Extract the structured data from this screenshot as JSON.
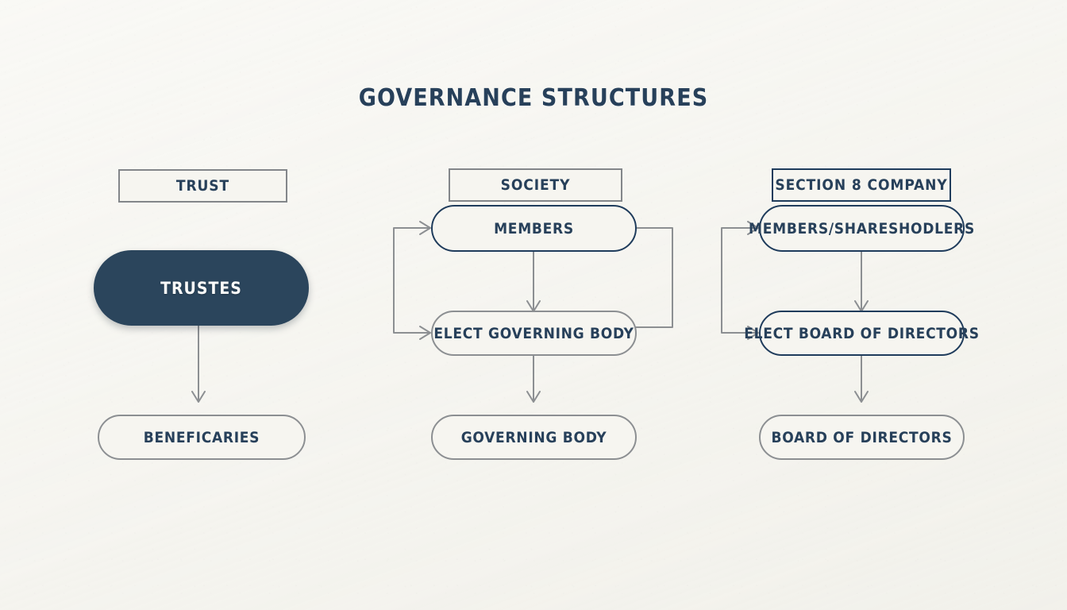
{
  "page": {
    "title": "GOVERNANCE STRUCTURES",
    "background_color": "#f5f4ee",
    "accent_navy": "#27405a",
    "fill_navy": "#2b455c",
    "line_gray": "#8c8f92"
  },
  "columns": [
    {
      "id": "trust",
      "header": {
        "label": "TRUST",
        "shape": "rectangle",
        "border": "gray"
      },
      "nodes": [
        {
          "label": "TRUSTES",
          "shape": "pill",
          "style": "filled-navy"
        },
        {
          "label": "BENEFICARIES",
          "shape": "pill",
          "style": "outline-gray"
        }
      ],
      "arrows": [
        {
          "from": "TRUSTES",
          "to": "BENEFICARIES",
          "direction": "down",
          "head": true
        }
      ]
    },
    {
      "id": "society",
      "header": {
        "label": "SOCIETY",
        "shape": "rectangle",
        "border": "gray"
      },
      "nodes": [
        {
          "label": "MEMBERS",
          "shape": "pill",
          "style": "outline-navy"
        },
        {
          "label": "ELECT GOVERNING BODY",
          "shape": "pill",
          "style": "outline-gray"
        },
        {
          "label": "GOVERNING BODY",
          "shape": "pill",
          "style": "outline-gray"
        }
      ],
      "arrows": [
        {
          "from": "MEMBERS",
          "to": "ELECT GOVERNING BODY",
          "direction": "down",
          "head": true
        },
        {
          "from": "ELECT GOVERNING BODY",
          "to": "GOVERNING BODY",
          "direction": "down",
          "head": true
        },
        {
          "from": "left-bus",
          "to": "MEMBERS",
          "direction": "right",
          "head": true
        },
        {
          "from": "left-bus",
          "to": "ELECT GOVERNING BODY",
          "direction": "right",
          "head": true
        },
        {
          "from": "MEMBERS",
          "to": "ELECT GOVERNING BODY",
          "direction": "right-bracket",
          "head": false
        }
      ]
    },
    {
      "id": "section8",
      "header": {
        "label": "SECTION 8 COMPANY",
        "shape": "rectangle",
        "border": "navy"
      },
      "nodes": [
        {
          "label": "MEMBERS/SHARESHODLERS",
          "shape": "pill",
          "style": "outline-navy"
        },
        {
          "label": "ELECT BOARD OF DIRECTORS",
          "shape": "pill",
          "style": "outline-navy"
        },
        {
          "label": "BOARD OF DIRECTORS",
          "shape": "pill",
          "style": "outline-gray"
        }
      ],
      "arrows": [
        {
          "from": "MEMBERS/SHARESHODLERS",
          "to": "ELECT BOARD OF DIRECTORS",
          "direction": "down",
          "head": true
        },
        {
          "from": "ELECT BOARD OF DIRECTORS",
          "to": "BOARD OF DIRECTORS",
          "direction": "down",
          "head": true
        },
        {
          "from": "left-bus",
          "to": "MEMBERS/SHARESHODLERS",
          "direction": "right",
          "head": true
        },
        {
          "from": "left-bus",
          "to": "ELECT BOARD OF DIRECTORS",
          "direction": "right",
          "head": true
        }
      ]
    }
  ]
}
